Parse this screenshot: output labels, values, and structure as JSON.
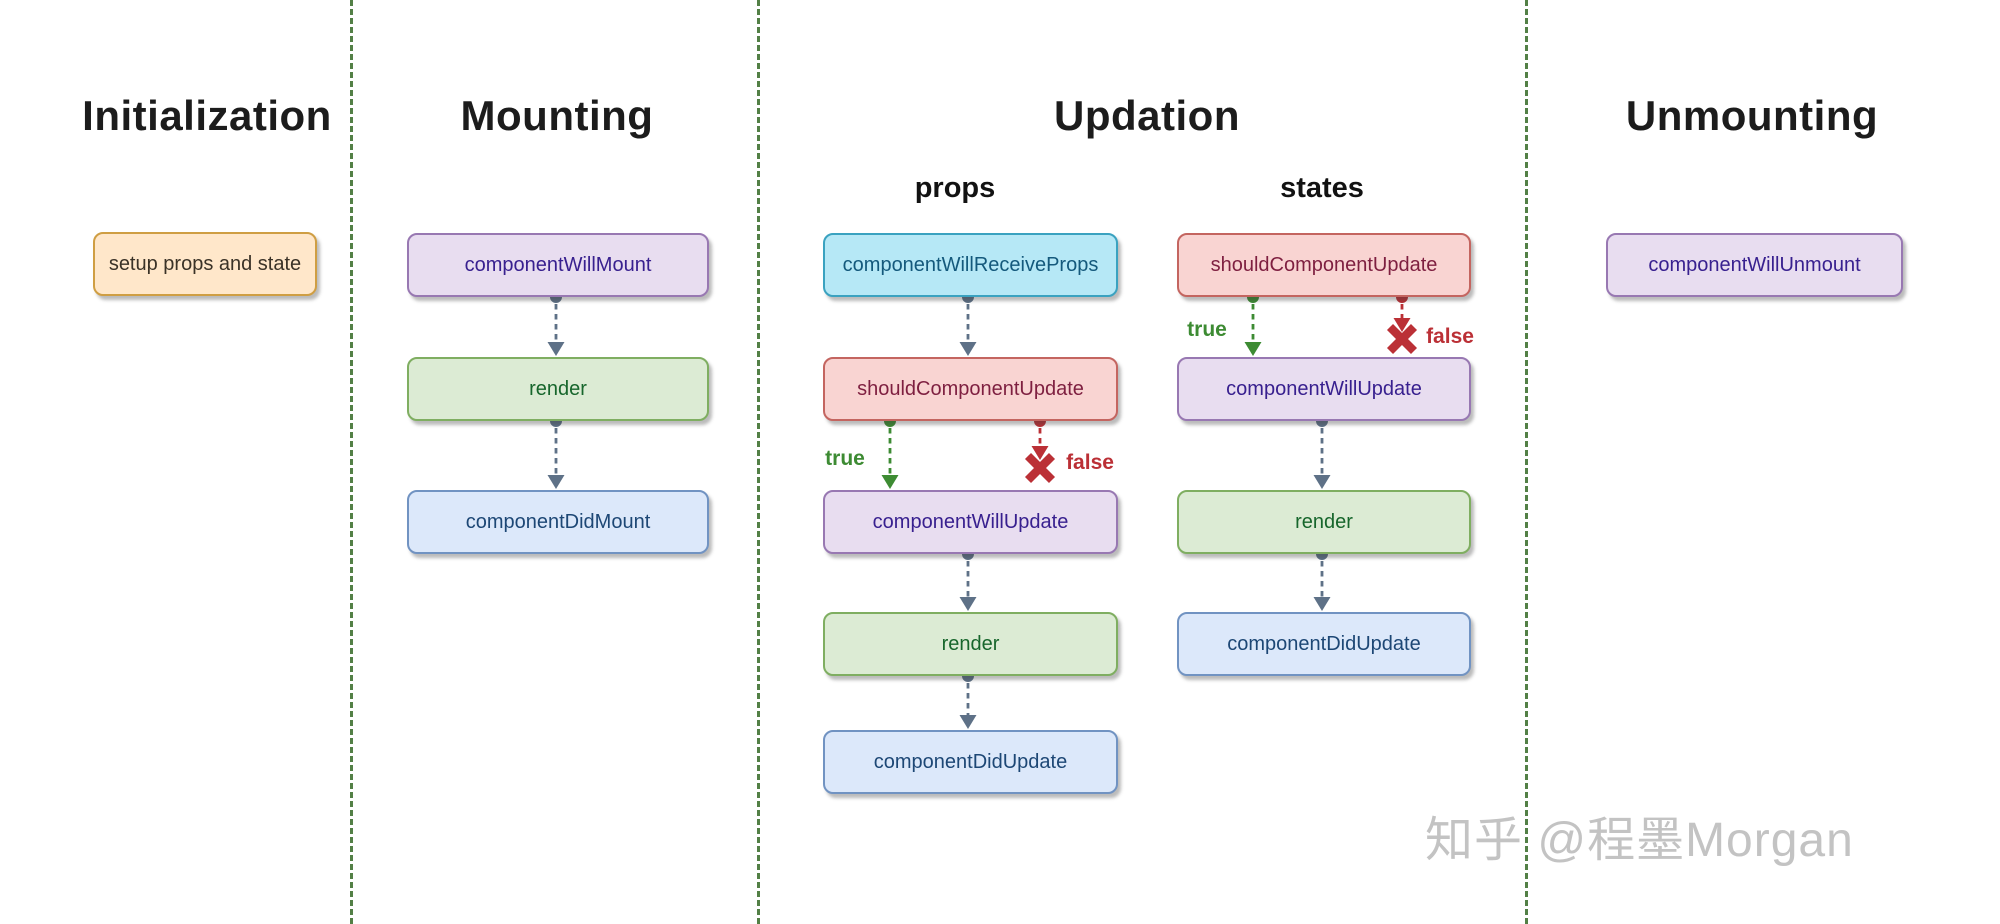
{
  "diagram": {
    "title_implied": "React component lifecycle",
    "sections": [
      {
        "title": "Initialization",
        "columns": [
          {
            "heading": "",
            "nodes": [
              {
                "label": "setup props and state",
                "style": "orange"
              }
            ]
          }
        ]
      },
      {
        "title": "Mounting",
        "columns": [
          {
            "heading": "",
            "nodes": [
              {
                "label": "componentWillMount",
                "style": "purple"
              },
              {
                "label": "render",
                "style": "green"
              },
              {
                "label": "componentDidMount",
                "style": "blue"
              }
            ]
          }
        ]
      },
      {
        "title": "Updation",
        "columns": [
          {
            "heading": "props",
            "nodes": [
              {
                "label": "componentWillReceiveProps",
                "style": "cyan"
              },
              {
                "label": "shouldComponentUpdate",
                "style": "red"
              },
              {
                "label": "componentWillUpdate",
                "style": "purple"
              },
              {
                "label": "render",
                "style": "green"
              },
              {
                "label": "componentDidUpdate",
                "style": "blue"
              }
            ]
          },
          {
            "heading": "states",
            "nodes": [
              {
                "label": "shouldComponentUpdate",
                "style": "red"
              },
              {
                "label": "componentWillUpdate",
                "style": "purple"
              },
              {
                "label": "render",
                "style": "green"
              },
              {
                "label": "componentDidUpdate",
                "style": "blue"
              }
            ]
          }
        ]
      },
      {
        "title": "Unmounting",
        "columns": [
          {
            "heading": "",
            "nodes": [
              {
                "label": "componentWillUnmount",
                "style": "purple"
              }
            ]
          }
        ]
      }
    ],
    "branch_labels": {
      "true": "true",
      "false": "false"
    },
    "edges": [
      {
        "from": "componentWillMount",
        "to": "render",
        "column": "Mounting",
        "kind": "flow"
      },
      {
        "from": "render",
        "to": "componentDidMount",
        "column": "Mounting",
        "kind": "flow"
      },
      {
        "from": "componentWillReceiveProps",
        "to": "shouldComponentUpdate",
        "column": "Updation/props",
        "kind": "flow"
      },
      {
        "from": "shouldComponentUpdate",
        "to": "componentWillUpdate",
        "column": "Updation/props",
        "kind": "branch",
        "label": "true"
      },
      {
        "from": "shouldComponentUpdate",
        "to": "stop",
        "column": "Updation/props",
        "kind": "branch",
        "label": "false"
      },
      {
        "from": "componentWillUpdate",
        "to": "render",
        "column": "Updation/props",
        "kind": "flow"
      },
      {
        "from": "render",
        "to": "componentDidUpdate",
        "column": "Updation/props",
        "kind": "flow"
      },
      {
        "from": "shouldComponentUpdate",
        "to": "componentWillUpdate",
        "column": "Updation/states",
        "kind": "branch",
        "label": "true"
      },
      {
        "from": "shouldComponentUpdate",
        "to": "stop",
        "column": "Updation/states",
        "kind": "branch",
        "label": "false"
      },
      {
        "from": "componentWillUpdate",
        "to": "render",
        "column": "Updation/states",
        "kind": "flow"
      },
      {
        "from": "render",
        "to": "componentDidUpdate",
        "column": "Updation/states",
        "kind": "flow"
      }
    ],
    "colors": {
      "divider_green": "#538046",
      "arrow_slate": "#5e7187",
      "branch_true_green": "#3d8b33",
      "branch_false_red": "#bb3036",
      "node_orange_fill": "#ffe7ca",
      "node_purple_fill": "#e8ddf0",
      "node_green_fill": "#dcebd4",
      "node_blue_fill": "#dce8fa",
      "node_cyan_fill": "#b6e8f6",
      "node_red_fill": "#f9d4d2"
    }
  },
  "watermark": {
    "text": "知乎 @程墨Morgan"
  }
}
